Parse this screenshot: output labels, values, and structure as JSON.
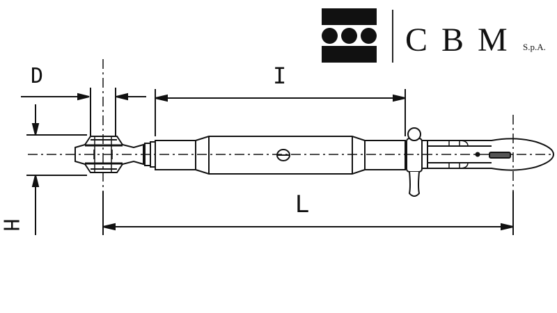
{
  "logo": {
    "letters": [
      "C",
      "B",
      "M"
    ],
    "suffix": "S.p.A.",
    "mark": "three-dots-between-bars"
  },
  "dimensions": {
    "D": "D",
    "I": "I",
    "L": "L",
    "H": "H"
  },
  "drawing": {
    "subject": "top-link turnbuckle with ball joint end and tube end",
    "line_color": "#111111",
    "background": "#ffffff"
  }
}
